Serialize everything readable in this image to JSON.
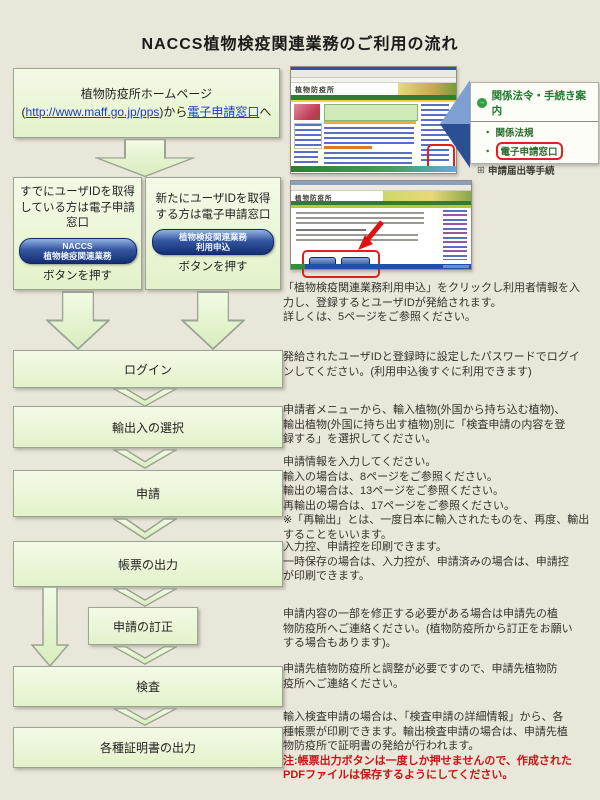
{
  "page": {
    "title": "NACCS植物検疫関連業務のご利用の流れ"
  },
  "flow": {
    "homepage": {
      "line1": "植物防疫所ホームページ",
      "paren_open": "(",
      "url": "http://www.maff.go.jp/pps",
      "between": ")から",
      "window_link": "電子申請窓口",
      "suffix": "へ"
    },
    "existing_user": {
      "text": "すでにユーザIDを取得している方は電子申請窓口",
      "button": "NACCS\n植物検疫関連業務",
      "caption": "ボタンを押す"
    },
    "new_user": {
      "text": "新たにユーザIDを取得する方は電子申請窓口",
      "button": "植物検疫関連業務\n利用申込",
      "caption": "ボタンを押す"
    },
    "steps": {
      "login": "ログイン",
      "select": "輸出入の選択",
      "apply": "申請",
      "forms_output": "帳票の出力",
      "correction": "申請の訂正",
      "inspection": "検査",
      "certificates": "各種証明書の出力"
    }
  },
  "descriptions": {
    "signup": "「植物検疫関連業務利用申込」をクリックし利用者情報を入\n力し、登録するとユーザIDが発給されます。\n詳しくは、5ページをご参照ください。",
    "login": "発給されたユーザIDと登録時に設定したパスワードでログイ\nンしてください。(利用申込後すぐに利用できます)",
    "select": "申請者メニューから、輸入植物(外国から持ち込む植物)、\n輸出植物(外国に持ち出す植物)別に「検査申請の内容を登\n録する」を選択してください。",
    "apply": "申請情報を入力してください。\n輸入の場合は、8ページをご参照ください。\n輸出の場合は、13ページをご参照ください。\n再輸出の場合は、17ページをご参照ください。\n※「再輸出」とは、一度日本に輸入されたものを、再度、輸出\nすることをいいます。",
    "forms_output": "入力控、申請控を印刷できます。\n一時保存の場合は、入力控が、申請済みの場合は、申請控\nが印刷できます。",
    "correction": "申請内容の一部を修正する必要がある場合は申請先の植\n物防疫所へご連絡ください。(植物防疫所から訂正をお願い\nする場合もあります)。",
    "inspection": "申請先植物防疫所と調整が必要ですので、申請先植物防\n疫所へご連絡ください。",
    "certificates": "輸入検査申請の場合は、「検査申請の詳細情報」から、各\n種帳票が印刷できます。輸出検査申請の場合は、申請先植\n物防疫所で証明書の発給が行われます。",
    "certificates_note": "注:帳票出力ボタンは一度しか押せませんので、作成された\nPDFファイルは保存するようにしてください。"
  },
  "callout": {
    "header": "関係法令・手続き案内",
    "item1": "関係法規",
    "item2": "電子申請窓口",
    "item3": "申請届出等手続"
  },
  "icons": {
    "callout_arrow": "→",
    "bullet": "・",
    "expand": "⊞"
  },
  "screenshots": {
    "site_name": "植物防疫所"
  },
  "colors": {
    "page_bg": "#e9e6da",
    "box_green": "#e3f2ca",
    "button_blue": "#142f74",
    "highlight_red": "#e02020",
    "note_red": "#cc1414",
    "link_blue": "#1b3cc8",
    "callout_green": "#1e7a2e"
  }
}
